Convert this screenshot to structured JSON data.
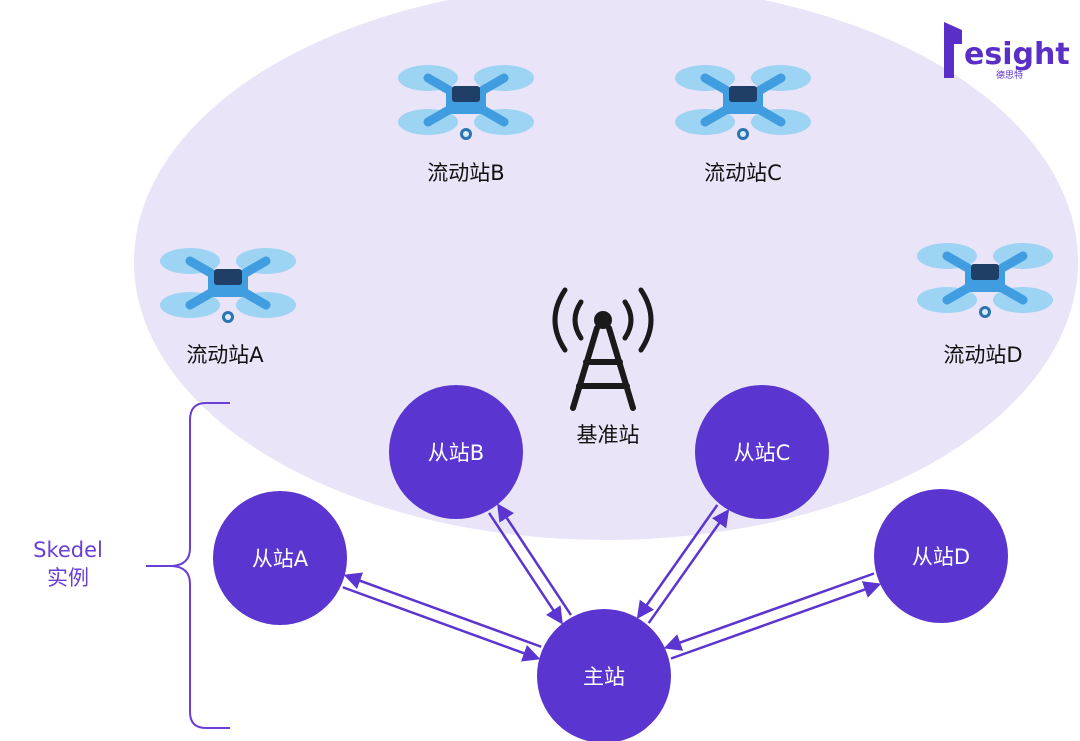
{
  "colors": {
    "zone_fill": "#e9e4f7",
    "node_fill": "#5b35d0",
    "arrow": "#5b35d0",
    "drone_body": "#3f9de0",
    "drone_prop": "#8fd0f2",
    "drone_top": "#1f3f66",
    "tower": "#1a1a1a",
    "bracket": "#6a3fd6",
    "logo": "#5a2fc8"
  },
  "logo": {
    "text": "esight",
    "sub": "德思特"
  },
  "rovers": [
    {
      "id": "rover-a",
      "label": "流动站A"
    },
    {
      "id": "rover-b",
      "label": "流动站B"
    },
    {
      "id": "rover-c",
      "label": "流动站C"
    },
    {
      "id": "rover-d",
      "label": "流动站D"
    }
  ],
  "base_station": {
    "label": "基准站",
    "icon": "radio-tower-icon"
  },
  "slaves": [
    {
      "id": "slave-a",
      "label": "从站A"
    },
    {
      "id": "slave-b",
      "label": "从站B"
    },
    {
      "id": "slave-c",
      "label": "从站C"
    },
    {
      "id": "slave-d",
      "label": "从站D"
    }
  ],
  "master": {
    "label": "主站"
  },
  "bracket": {
    "line1": "Skedel",
    "line2": "实例"
  },
  "links": [
    {
      "from": "slave-a",
      "to": "master"
    },
    {
      "from": "slave-b",
      "to": "master"
    },
    {
      "from": "slave-c",
      "to": "master"
    },
    {
      "from": "slave-d",
      "to": "master"
    }
  ]
}
